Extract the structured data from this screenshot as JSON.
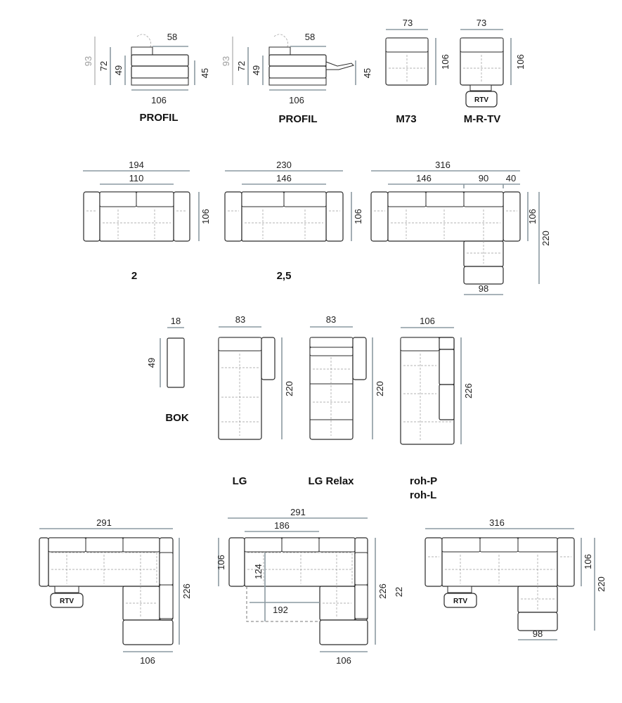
{
  "modules": {
    "profil_1": {
      "label": "PROFIL",
      "dims": {
        "h_total": "93",
        "h_back": "72",
        "h_arm": "49",
        "h_seat": "45",
        "w_top": "58",
        "w_bottom": "106"
      }
    },
    "profil_2": {
      "label": "PROFIL",
      "dims": {
        "h_total": "93",
        "h_back": "72",
        "h_arm": "49",
        "h_seat": "45",
        "w_top": "58",
        "w_bottom": "106"
      }
    },
    "m73": {
      "label": "M73",
      "dims": {
        "w": "73",
        "d": "106"
      }
    },
    "mrtv": {
      "label": "M-R-TV",
      "badge": "RTV",
      "dims": {
        "w": "73",
        "d": "106"
      }
    },
    "sofa2": {
      "label": "2",
      "dims": {
        "w_total": "194",
        "w_seat": "110",
        "d": "106"
      }
    },
    "sofa25": {
      "label": "2,5",
      "dims": {
        "w_total": "230",
        "w_seat": "146",
        "d": "106"
      }
    },
    "corner316": {
      "label": "",
      "dims": {
        "w_total": "316",
        "w1": "146",
        "w2": "90",
        "w3": "40",
        "d": "106",
        "d_total": "220",
        "w_ext": "98"
      }
    },
    "bok": {
      "label": "BOK",
      "dims": {
        "w": "18",
        "h": "49"
      }
    },
    "lg": {
      "label": "LG",
      "dims": {
        "w": "83",
        "d": "220"
      }
    },
    "lg_relax": {
      "label": "LG Relax",
      "dims": {
        "w": "83",
        "d": "220"
      }
    },
    "roh": {
      "label": "roh-P",
      "label2": "roh-L",
      "dims": {
        "w": "106",
        "d": "226"
      }
    },
    "corner_a": {
      "badge": "RTV",
      "dims": {
        "w_total": "291",
        "d": "226",
        "w_end": "106"
      }
    },
    "corner_b": {
      "dims": {
        "w_total": "291",
        "w_mid": "186",
        "d_left": "106",
        "d_inner": "124",
        "w_inner": "192",
        "d": "226",
        "d_extra": "22",
        "w_end": "106"
      }
    },
    "corner_c": {
      "badge": "RTV",
      "dims": {
        "w_total": "316",
        "d_left": "106",
        "d_total": "220",
        "w_ext": "98"
      }
    }
  }
}
